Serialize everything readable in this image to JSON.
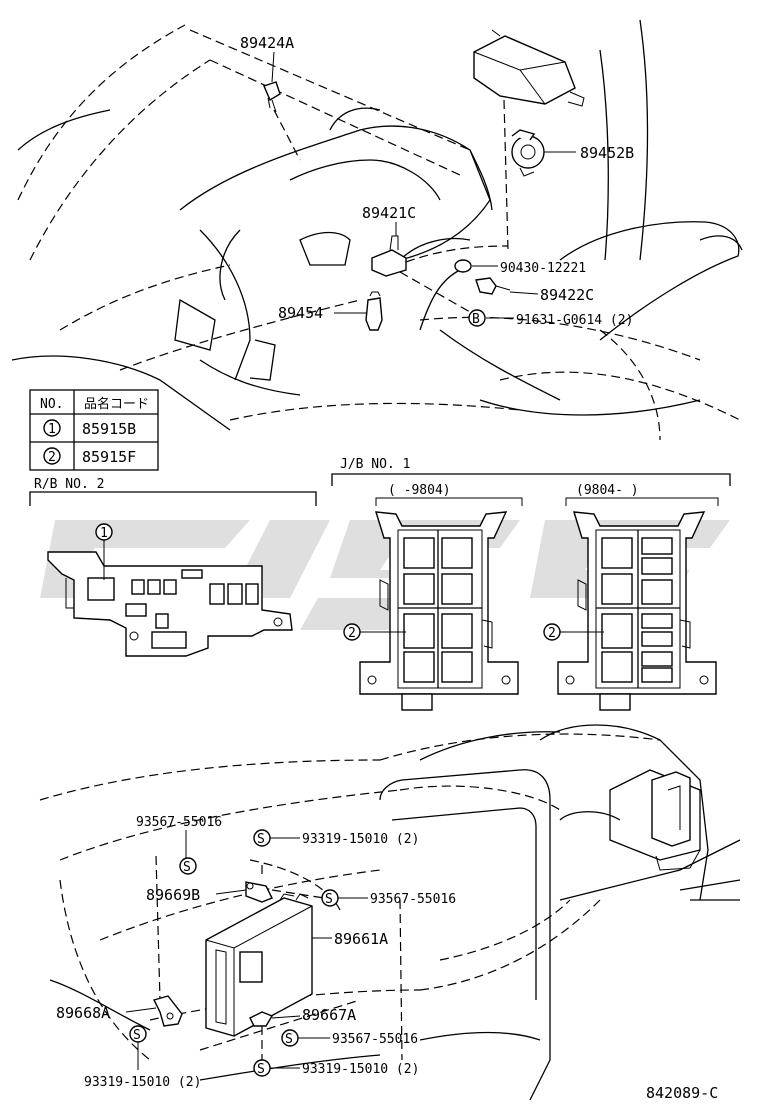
{
  "diagram_code": "842089-C",
  "top_parts": [
    {
      "id": "89424A"
    },
    {
      "id": "89452B"
    },
    {
      "id": "89421C"
    },
    {
      "id": "90430-12221"
    },
    {
      "id": "89422C"
    },
    {
      "id": "89454"
    },
    {
      "id": "91631-G0614 (2)"
    }
  ],
  "code_table": {
    "headers": [
      "NO.",
      "品名コード"
    ],
    "rows": [
      {
        "no": "1",
        "code": "85915B"
      },
      {
        "no": "2",
        "code": "85915F"
      }
    ]
  },
  "rb": {
    "title": "R/B  NO. 2",
    "marker": "1"
  },
  "jb": {
    "title": "J/B  NO. 1",
    "left": {
      "range": "(    -9804)",
      "marker": "2"
    },
    "right": {
      "range": "(9804-    )",
      "marker": "2"
    }
  },
  "bottom_parts": [
    {
      "id": "93567-55016"
    },
    {
      "id": "93319-15010 (2)"
    },
    {
      "id": "89669B"
    },
    {
      "id": "93567-55016"
    },
    {
      "id": "89661A"
    },
    {
      "id": "89668A"
    },
    {
      "id": "89667A"
    },
    {
      "id": "93567-55016"
    },
    {
      "id": "93319-15010 (2)"
    },
    {
      "id": "93319-15010 (2)"
    }
  ],
  "s_marker": "S",
  "b_marker": "B"
}
